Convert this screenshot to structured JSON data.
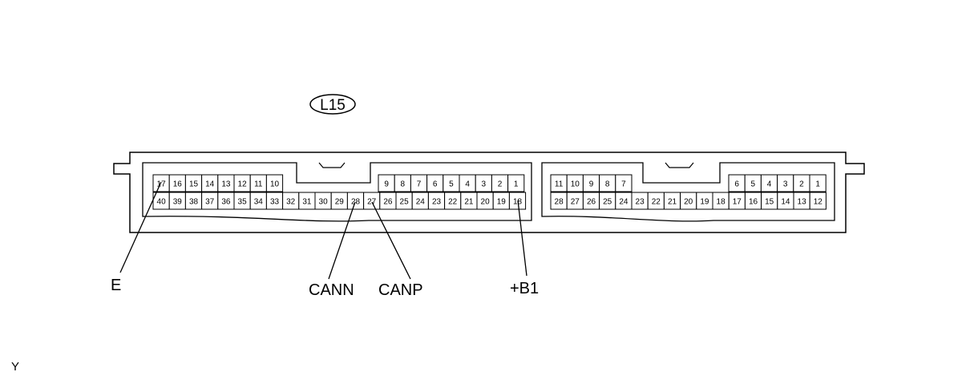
{
  "connector_id": "L15",
  "connector_a": {
    "top_row": [
      "17",
      "16",
      "15",
      "14",
      "13",
      "12",
      "11",
      "10",
      "9",
      "8",
      "7",
      "6",
      "5",
      "4",
      "3",
      "2",
      "1"
    ],
    "bottom_row": [
      "40",
      "39",
      "38",
      "37",
      "36",
      "35",
      "34",
      "33",
      "32",
      "31",
      "30",
      "29",
      "28",
      "27",
      "26",
      "25",
      "24",
      "23",
      "22",
      "21",
      "20",
      "19",
      "18"
    ]
  },
  "connector_b": {
    "top_row": [
      "11",
      "10",
      "9",
      "8",
      "7",
      "6",
      "5",
      "4",
      "3",
      "2",
      "1"
    ],
    "bottom_row": [
      "28",
      "27",
      "26",
      "25",
      "24",
      "23",
      "22",
      "21",
      "20",
      "19",
      "18",
      "17",
      "16",
      "15",
      "14",
      "13",
      "12"
    ]
  },
  "callouts": [
    {
      "text": "E",
      "pin": "17"
    },
    {
      "text": "CANN",
      "pin": "28"
    },
    {
      "text": "CANP",
      "pin": "27"
    },
    {
      "text": "+B1",
      "pin": "18"
    }
  ],
  "corner_mark": "Y"
}
